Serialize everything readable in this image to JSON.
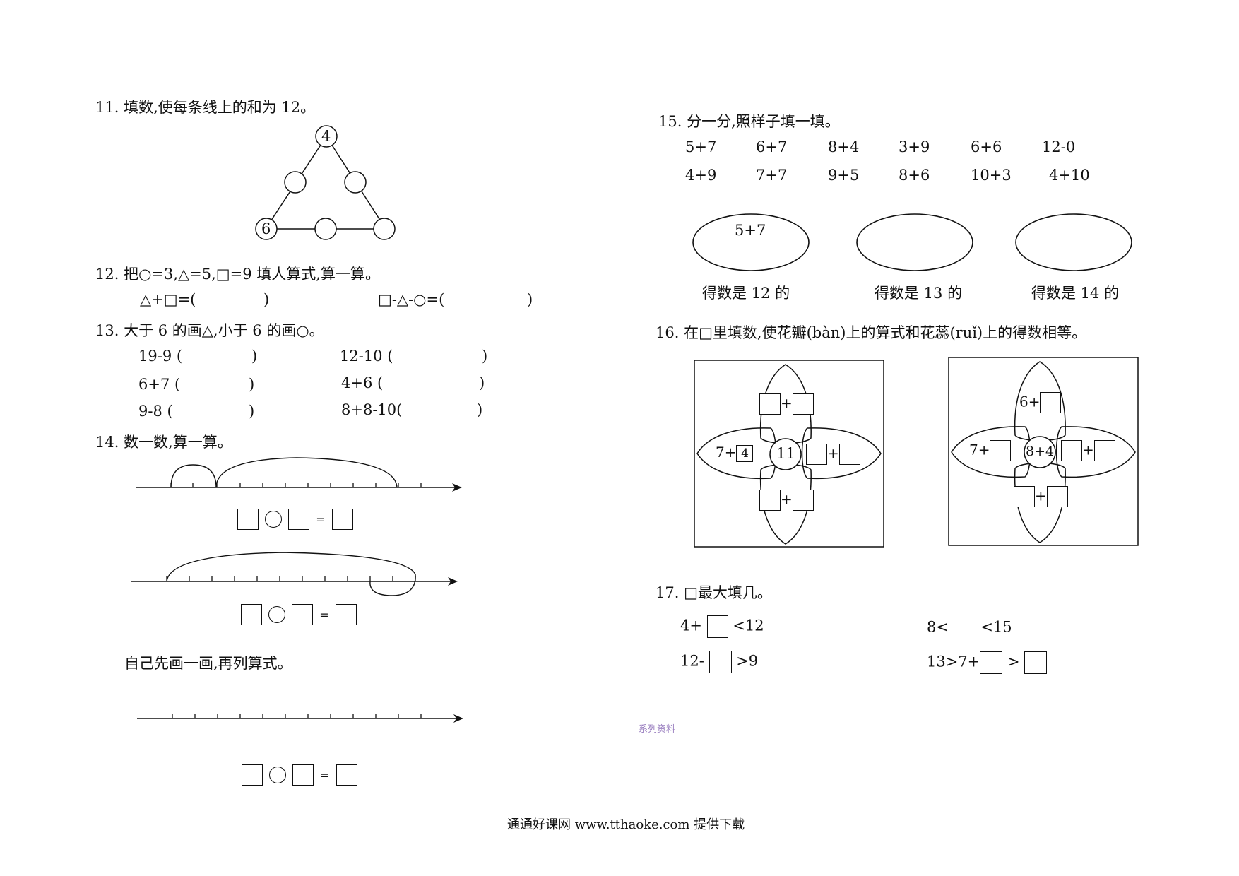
{
  "q11": {
    "title": "11. 填数,使每条线上的和为 12。",
    "top": "4",
    "bottom_left": "6"
  },
  "q12": {
    "title": "12. 把○=3,△=5,□=9 填人算式,算一算。",
    "expr1": "△+□=(",
    "expr1_close": ")",
    "expr2": "□-△-○=(",
    "expr2_close": ")"
  },
  "q13": {
    "title": "13. 大于 6 的画△,小于 6 的画○。",
    "items": [
      {
        "expr": "19-9 (",
        "close": ")"
      },
      {
        "expr": "12-10  (",
        "close": ")"
      },
      {
        "expr": "6+7  (",
        "close": ")"
      },
      {
        "expr": "4+6   (",
        "close": ")"
      },
      {
        "expr": "9-8  (",
        "close": ")"
      },
      {
        "expr": "8+8-10(",
        "close": ")"
      }
    ]
  },
  "q14": {
    "title": "14. 数一数,算一算。",
    "self_draw": "自己先画一画,再列算式。",
    "eq": "="
  },
  "q15": {
    "title": "15. 分一分,照样子填一填。",
    "row1": [
      "5+7",
      "6+7",
      "8+4",
      "3+9",
      "6+6",
      "12-0"
    ],
    "row2": [
      "4+9",
      "7+7",
      "9+5",
      "8+6",
      "10+3",
      "4+10"
    ],
    "example": "5+7",
    "captions": [
      "得数是 12 的",
      "得数是 13 的",
      "得数是 14 的"
    ]
  },
  "q16": {
    "title": "16. 在□里填数,使花瓣(bàn)上的算式和花蕊(ruǐ)上的得数相等。",
    "flower1": {
      "center": "11",
      "left_prefix": "7+",
      "left_value": "4",
      "plus": "+"
    },
    "flower2": {
      "center": "8+4",
      "top_prefix": "6+",
      "left_prefix": "7+",
      "plus": "+"
    }
  },
  "q17": {
    "title": "17. □最大填几。",
    "a_pre": "4+",
    "a_post": "<12",
    "b_pre": "8<",
    "b_post": "<15",
    "c_pre": "12-",
    "c_post": ">9",
    "d_pre": "13>7+",
    "d_mid": ">"
  },
  "watermark": "系列资料",
  "footer": "通通好课网  www.tthaoke.com  提供下载"
}
